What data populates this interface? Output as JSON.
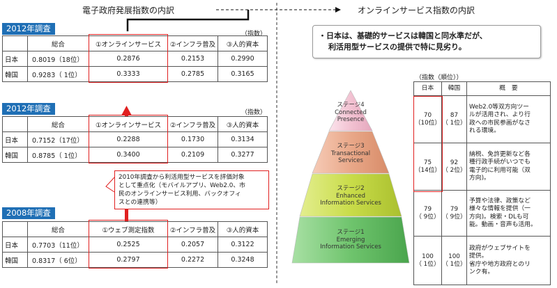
{
  "left_title": "電子政府発展指数の内訳",
  "right_title": "オンラインサービス指数の内訳",
  "unit_label": "（指数）",
  "tables": [
    {
      "year": "2012年調査",
      "headers": [
        "総合",
        "①オンラインサービス",
        "②インフラ普及",
        "③人的資本"
      ],
      "rows": [
        {
          "country": "日本",
          "total": "0.8019（18位）",
          "online": "0.2876",
          "infra": "0.2153",
          "human": "0.2990"
        },
        {
          "country": "韓国",
          "total": "0.9283（ 1位）",
          "online": "0.3333",
          "infra": "0.2785",
          "human": "0.3165"
        }
      ]
    },
    {
      "year": "2012年調査",
      "headers": [
        "総合",
        "①オンラインサービス",
        "②インフラ普及",
        "③人的資本"
      ],
      "rows": [
        {
          "country": "日本",
          "total": "0.7152（17位）",
          "online": "0.2288",
          "infra": "0.1730",
          "human": "0.3134"
        },
        {
          "country": "韓国",
          "total": "0.8785（ 1位）",
          "online": "0.3400",
          "infra": "0.2109",
          "human": "0.3277"
        }
      ]
    },
    {
      "year": "2008年調査",
      "headers": [
        "総合",
        "①ウェブ測定指数",
        "②インフラ普及",
        "③人的資本"
      ],
      "rows": [
        {
          "country": "日本",
          "total": "0.7703（11位）",
          "online": "0.2525",
          "infra": "0.2057",
          "human": "0.3122"
        },
        {
          "country": "韓国",
          "total": "0.8317（ 6位）",
          "online": "0.2797",
          "infra": "0.2272",
          "human": "0.3248"
        }
      ]
    }
  ],
  "note_lines": [
    "2010年調査から利活用型サービスを評価対象",
    "として重点化（モバイルアプリ、Web2.0、市",
    "民のオンラインサービス利用、バックオフィ",
    "スとの連携等）"
  ],
  "summary_lines": [
    "・日本は、基礎的サービスは韓国と同水準だが、",
    "利活用型サービスの提供で特に見劣り。"
  ],
  "stage_table": {
    "caption": "（指数（順位））",
    "headers": [
      "日本",
      "韓国",
      "概　要"
    ],
    "rows": [
      {
        "jp": [
          "70",
          "（10位）"
        ],
        "kr": [
          "87",
          "（ 1位）"
        ],
        "desc": [
          "Web2.0等双方向ツー",
          "ルが活用され、より行",
          "政への市民参画がなさ",
          "れる環境。"
        ]
      },
      {
        "jp": [
          "75",
          "（14位）"
        ],
        "kr": [
          "92",
          "（ 2位）"
        ],
        "desc": [
          "納税、免許更新など各",
          "種行政手続がいつでも",
          "電子的に利用可能（双",
          "方向)。"
        ]
      },
      {
        "jp": [
          "79",
          "（ 9位）"
        ],
        "kr": [
          "79",
          "（ 9位）"
        ],
        "desc": [
          "予算や法律、政策など",
          "様々な情報を提供（一",
          "方向)。検索・DLも可",
          "能。動画・音声も活用。"
        ]
      },
      {
        "jp": [
          "100",
          "（ 1位）"
        ],
        "kr": [
          "100",
          "（ 1位）"
        ],
        "desc": [
          "政府がウェブサイトを",
          "提供。",
          "省庁や地方政府とのリ",
          "ンク有。"
        ]
      }
    ]
  },
  "stages": [
    {
      "lines": [
        "ステージ4",
        "Connected",
        "Presence"
      ]
    },
    {
      "lines": [
        "ステージ3",
        "Transactional",
        "Services"
      ]
    },
    {
      "lines": [
        "ステージ2",
        "Enhanced",
        "Information Services"
      ]
    },
    {
      "lines": [
        "ステージ1",
        "Emerging",
        "Information Services"
      ]
    }
  ],
  "colors": {
    "accent_blue": "#1f6fb5",
    "highlight_red": "#e02020",
    "stage4": "#f2c2d2",
    "stage3": "#e9a889",
    "stage2": "#c9dc49",
    "stage1": "#6fc46d"
  }
}
